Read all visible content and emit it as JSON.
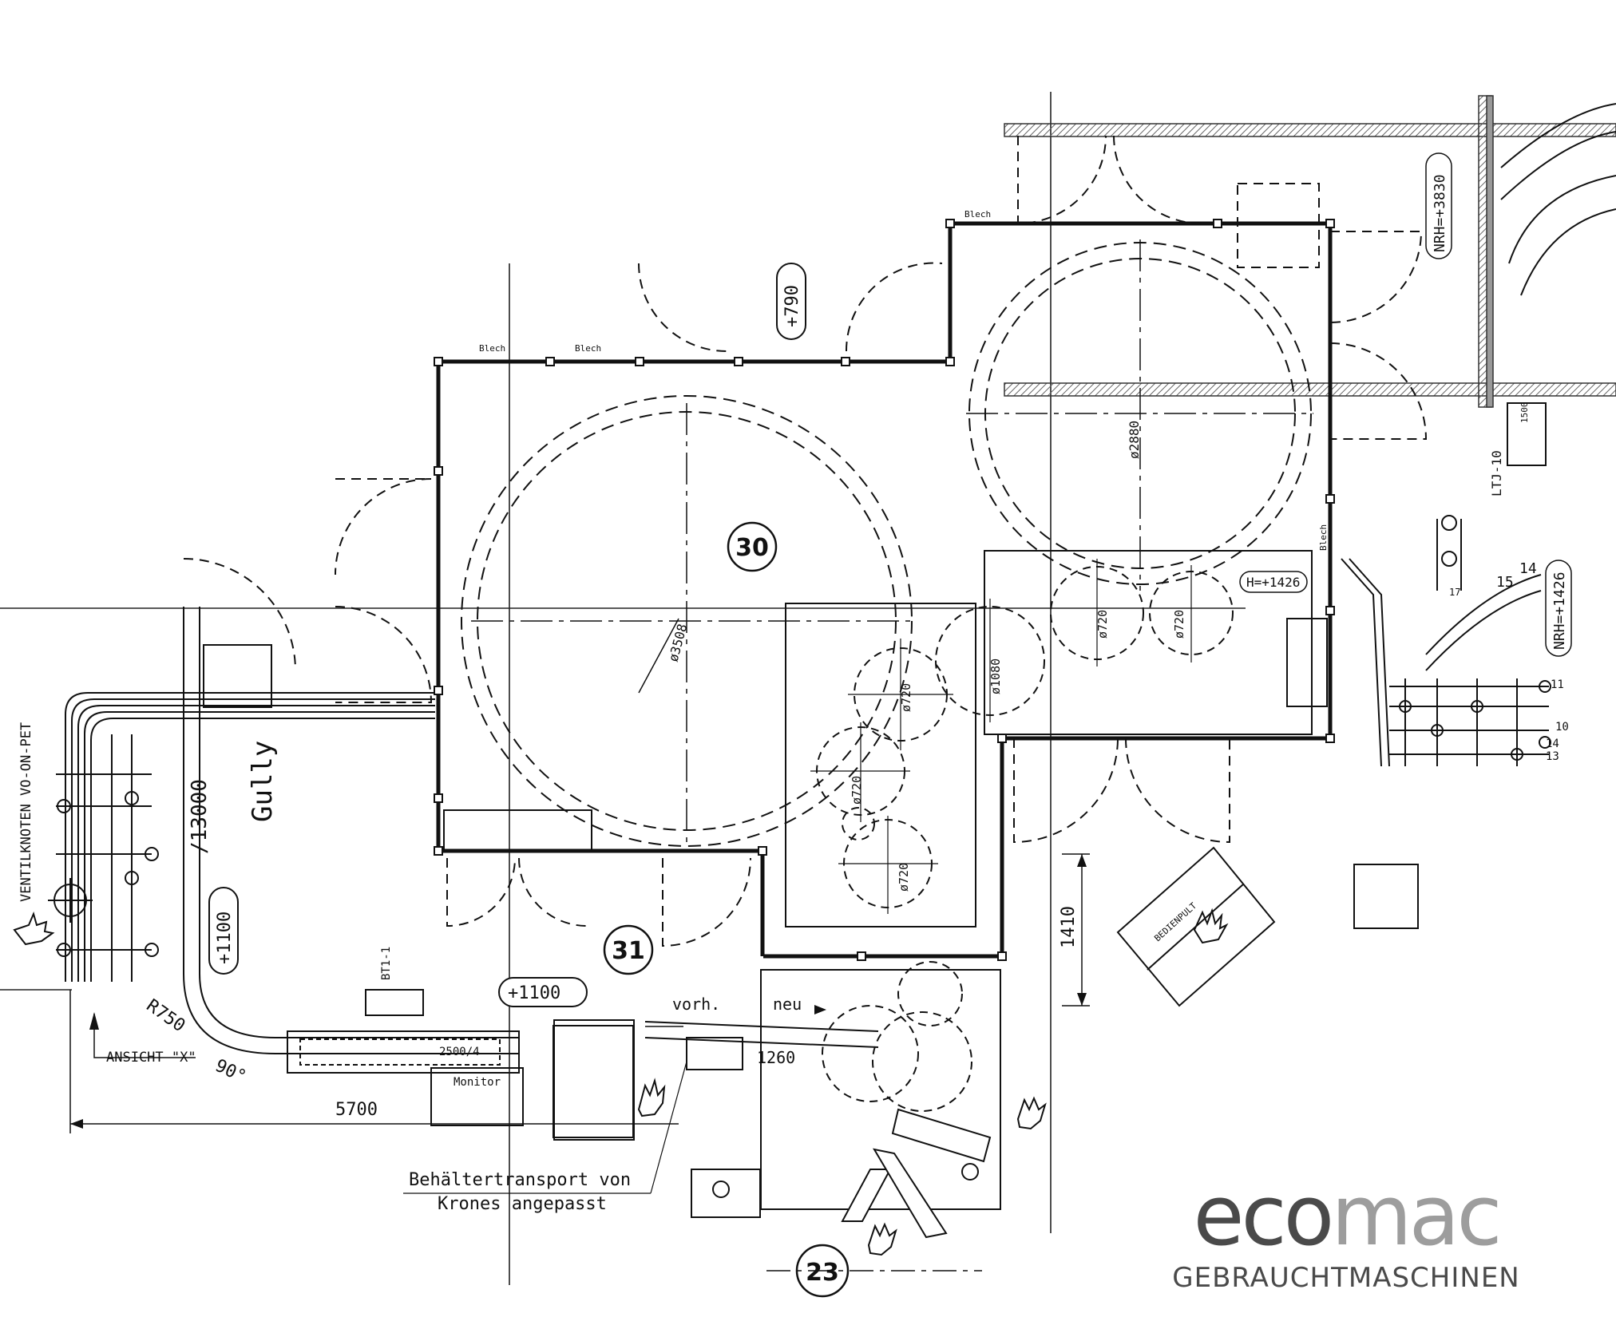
{
  "zones": {
    "zone_30": "30",
    "zone_31": "31",
    "zone_23": "23"
  },
  "levels": {
    "l790": "+790",
    "l1100_v": "+1100",
    "l1100_h": "+1100",
    "h1426": "H=+1426",
    "nrh3830": "NRH=+3830",
    "nrh1426": "NRH=+1426"
  },
  "dims": {
    "d13000": "/13000",
    "d5700": "5700",
    "r750": "R750",
    "a90": "90°",
    "d1410": "1410",
    "d1260": "1260",
    "d2500": "2500/4",
    "phi3508": "ø3508",
    "phi2880": "ø2880",
    "phi1080": "ø1080",
    "phi720": "ø720"
  },
  "labels": {
    "gully": "Gully",
    "ansicht": "ANSICHT \"X\"",
    "ventilknoten": "VENTILKNOTEN VO-ON-PET",
    "vorh": "vorh.",
    "neu": "neu",
    "monitor": "Monitor",
    "transport_1": "Behältertransport von",
    "transport_2": "Krones angepasst",
    "bediennpult": "BEDIENPULT",
    "ltj": "LTJ-10",
    "bt": "BT1-1",
    "blech": "Blech",
    "n1500": "1500",
    "n15": "15",
    "n14": "14",
    "n17": "17",
    "n11": "11",
    "n10": "10",
    "n13": "13"
  },
  "brand": {
    "name_a": "eco",
    "name_b": "mac",
    "subtitle": "GEBRAUCHTMASCHINEN"
  },
  "colors": {
    "ink": "#111111",
    "beam": "#8a8a8a",
    "brand_dark": "#4a4a4a",
    "brand_light": "#9d9d9d"
  }
}
